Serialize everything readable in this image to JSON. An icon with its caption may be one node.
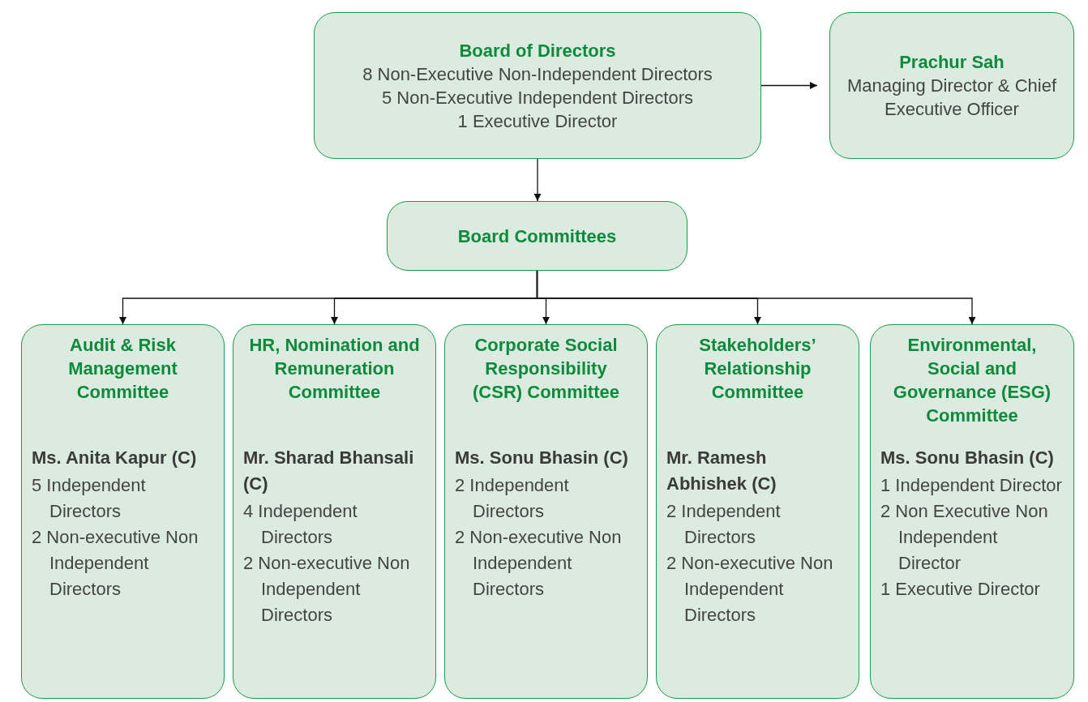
{
  "diagram": {
    "nodes": [
      {
        "text": [
          "Board of Directors",
          "8 Non-Executive Non-Independent Directors",
          "5 Non-Executive Independent Directors",
          "1 Executive Director"
        ]
      },
      {
        "text": [
          "Prachur Sah",
          "Managing Director & Chief Executive Officer"
        ]
      },
      {
        "text": [
          "Board Committees"
        ]
      },
      {
        "text": [
          "Audit & Risk Management Committee",
          "Ms. Anita Kapur (C)",
          "5 Independent Directors",
          "2 Non-executive Non Independent Directors"
        ]
      },
      {
        "text": [
          "HR, Nomination and Remuneration Committee",
          "Mr. Sharad Bhansali (C)",
          "4 Independent Directors",
          "2 Non-executive Non Independent Directors"
        ]
      },
      {
        "text": [
          "Corporate Social Responsibility (CSR) Committee",
          "Ms. Sonu Bhasin (C)",
          "2 Independent Directors",
          "2 Non-executive Non Independent Directors"
        ]
      },
      {
        "text": [
          "Stakeholders’ Relationship Committee",
          "Mr. Ramesh Abhishek (C)",
          "2 Independent Directors",
          "2 Non-executive Non Independent Directors"
        ]
      },
      {
        "text": [
          "Environmental, Social and Governance (ESG) Committee",
          "Ms. Sonu Bhasin (C)",
          "1 Independent Director",
          "2 Non Executive Non Independent Director",
          "1 Executive Director"
        ]
      }
    ],
    "edges": [
      {
        "from": 0,
        "to": 1,
        "arrow": "to"
      },
      {
        "from": 0,
        "to": 2,
        "arrow": "to"
      },
      {
        "from": 2,
        "to": 3,
        "arrow": "to"
      },
      {
        "from": 2,
        "to": 4,
        "arrow": "to"
      },
      {
        "from": 2,
        "to": 5,
        "arrow": "to"
      },
      {
        "from": 2,
        "to": 6,
        "arrow": "to"
      },
      {
        "from": 2,
        "to": 7,
        "arrow": "to"
      }
    ]
  }
}
